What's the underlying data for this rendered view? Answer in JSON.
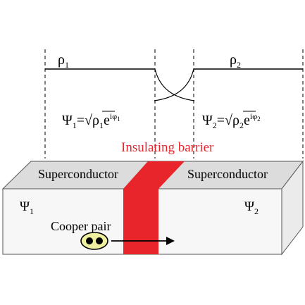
{
  "labels": {
    "rho_left": "ρ",
    "rho_left_sub": "1",
    "rho_right": "ρ",
    "rho_right_sub": "2",
    "barrier": "Insulating barrier",
    "superconductor_left": "Superconductor",
    "superconductor_right": "Superconductor",
    "psi_left": "Ψ",
    "psi_left_sub": "1",
    "psi_right": "Ψ",
    "psi_right_sub": "2",
    "cooper_pair": "Cooper pair"
  },
  "equations": {
    "left": {
      "psi": "Ψ",
      "index": "1",
      "equals": "=√",
      "rho": "ρ",
      "rho_index": "1",
      "exp_base": "e",
      "exponent": "iφ",
      "exponent_index": "1"
    },
    "right": {
      "psi": "Ψ",
      "index": "2",
      "equals": "=√",
      "rho": "ρ",
      "rho_index": "2",
      "exp_base": "e",
      "exponent": "iφ",
      "exponent_index": "2"
    }
  },
  "colors": {
    "barrier": "#e8252a",
    "barrier_label": "#e8252a",
    "block_top": "#dcdcdc",
    "block_front": "#f7f7f7",
    "cooper_pair_fill": "#eef0a0",
    "line": "#000000"
  }
}
